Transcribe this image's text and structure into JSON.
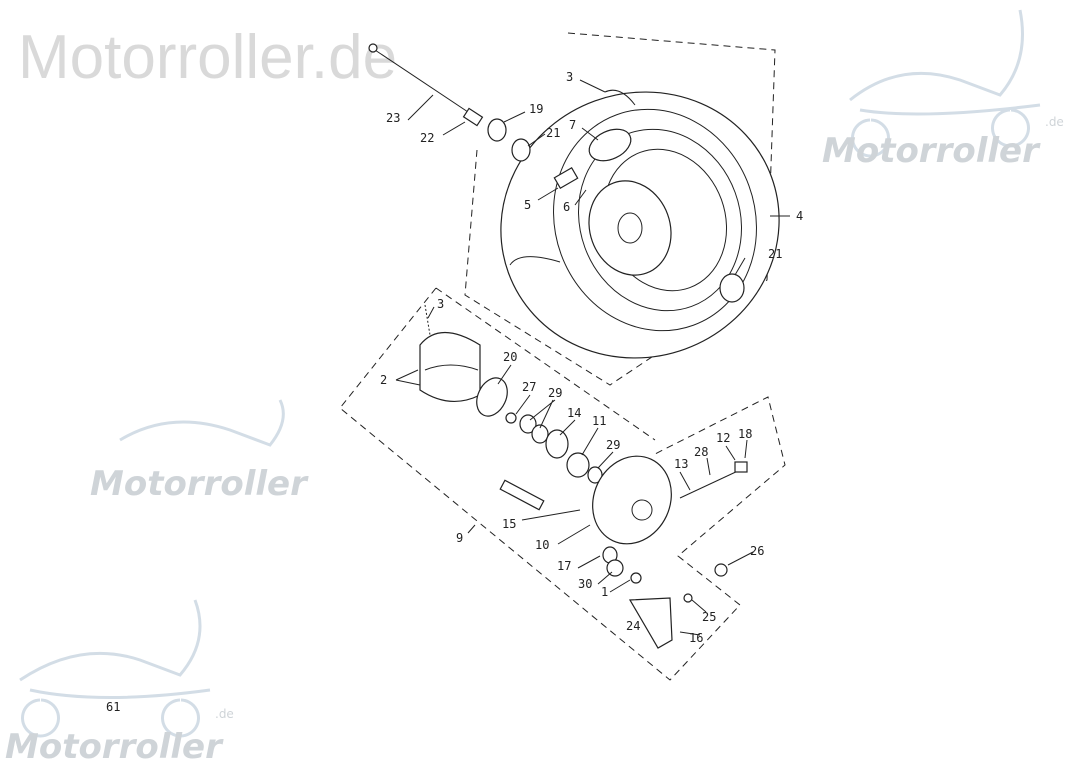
{
  "watermarks": {
    "top_left": "Motorroller.de",
    "logo_text": "Motorroller",
    "logo_suffix": ".de"
  },
  "page_number": "61",
  "callouts": {
    "c23": "23",
    "c22": "22",
    "c19": "19",
    "c21a": "21",
    "c3a": "3",
    "c7": "7",
    "c5": "5",
    "c6": "6",
    "c4": "4",
    "c21b": "21",
    "c3b": "3",
    "c2": "2",
    "c20": "20",
    "c27": "27",
    "c29a": "29",
    "c14": "14",
    "c11": "11",
    "c29b": "29",
    "c13": "13",
    "c28": "28",
    "c12": "12",
    "c18": "18",
    "c15": "15",
    "c9": "9",
    "c10": "10",
    "c17": "17",
    "c30": "30",
    "c1": "1",
    "c26": "26",
    "c25": "25",
    "c24": "24",
    "c16": "16"
  }
}
